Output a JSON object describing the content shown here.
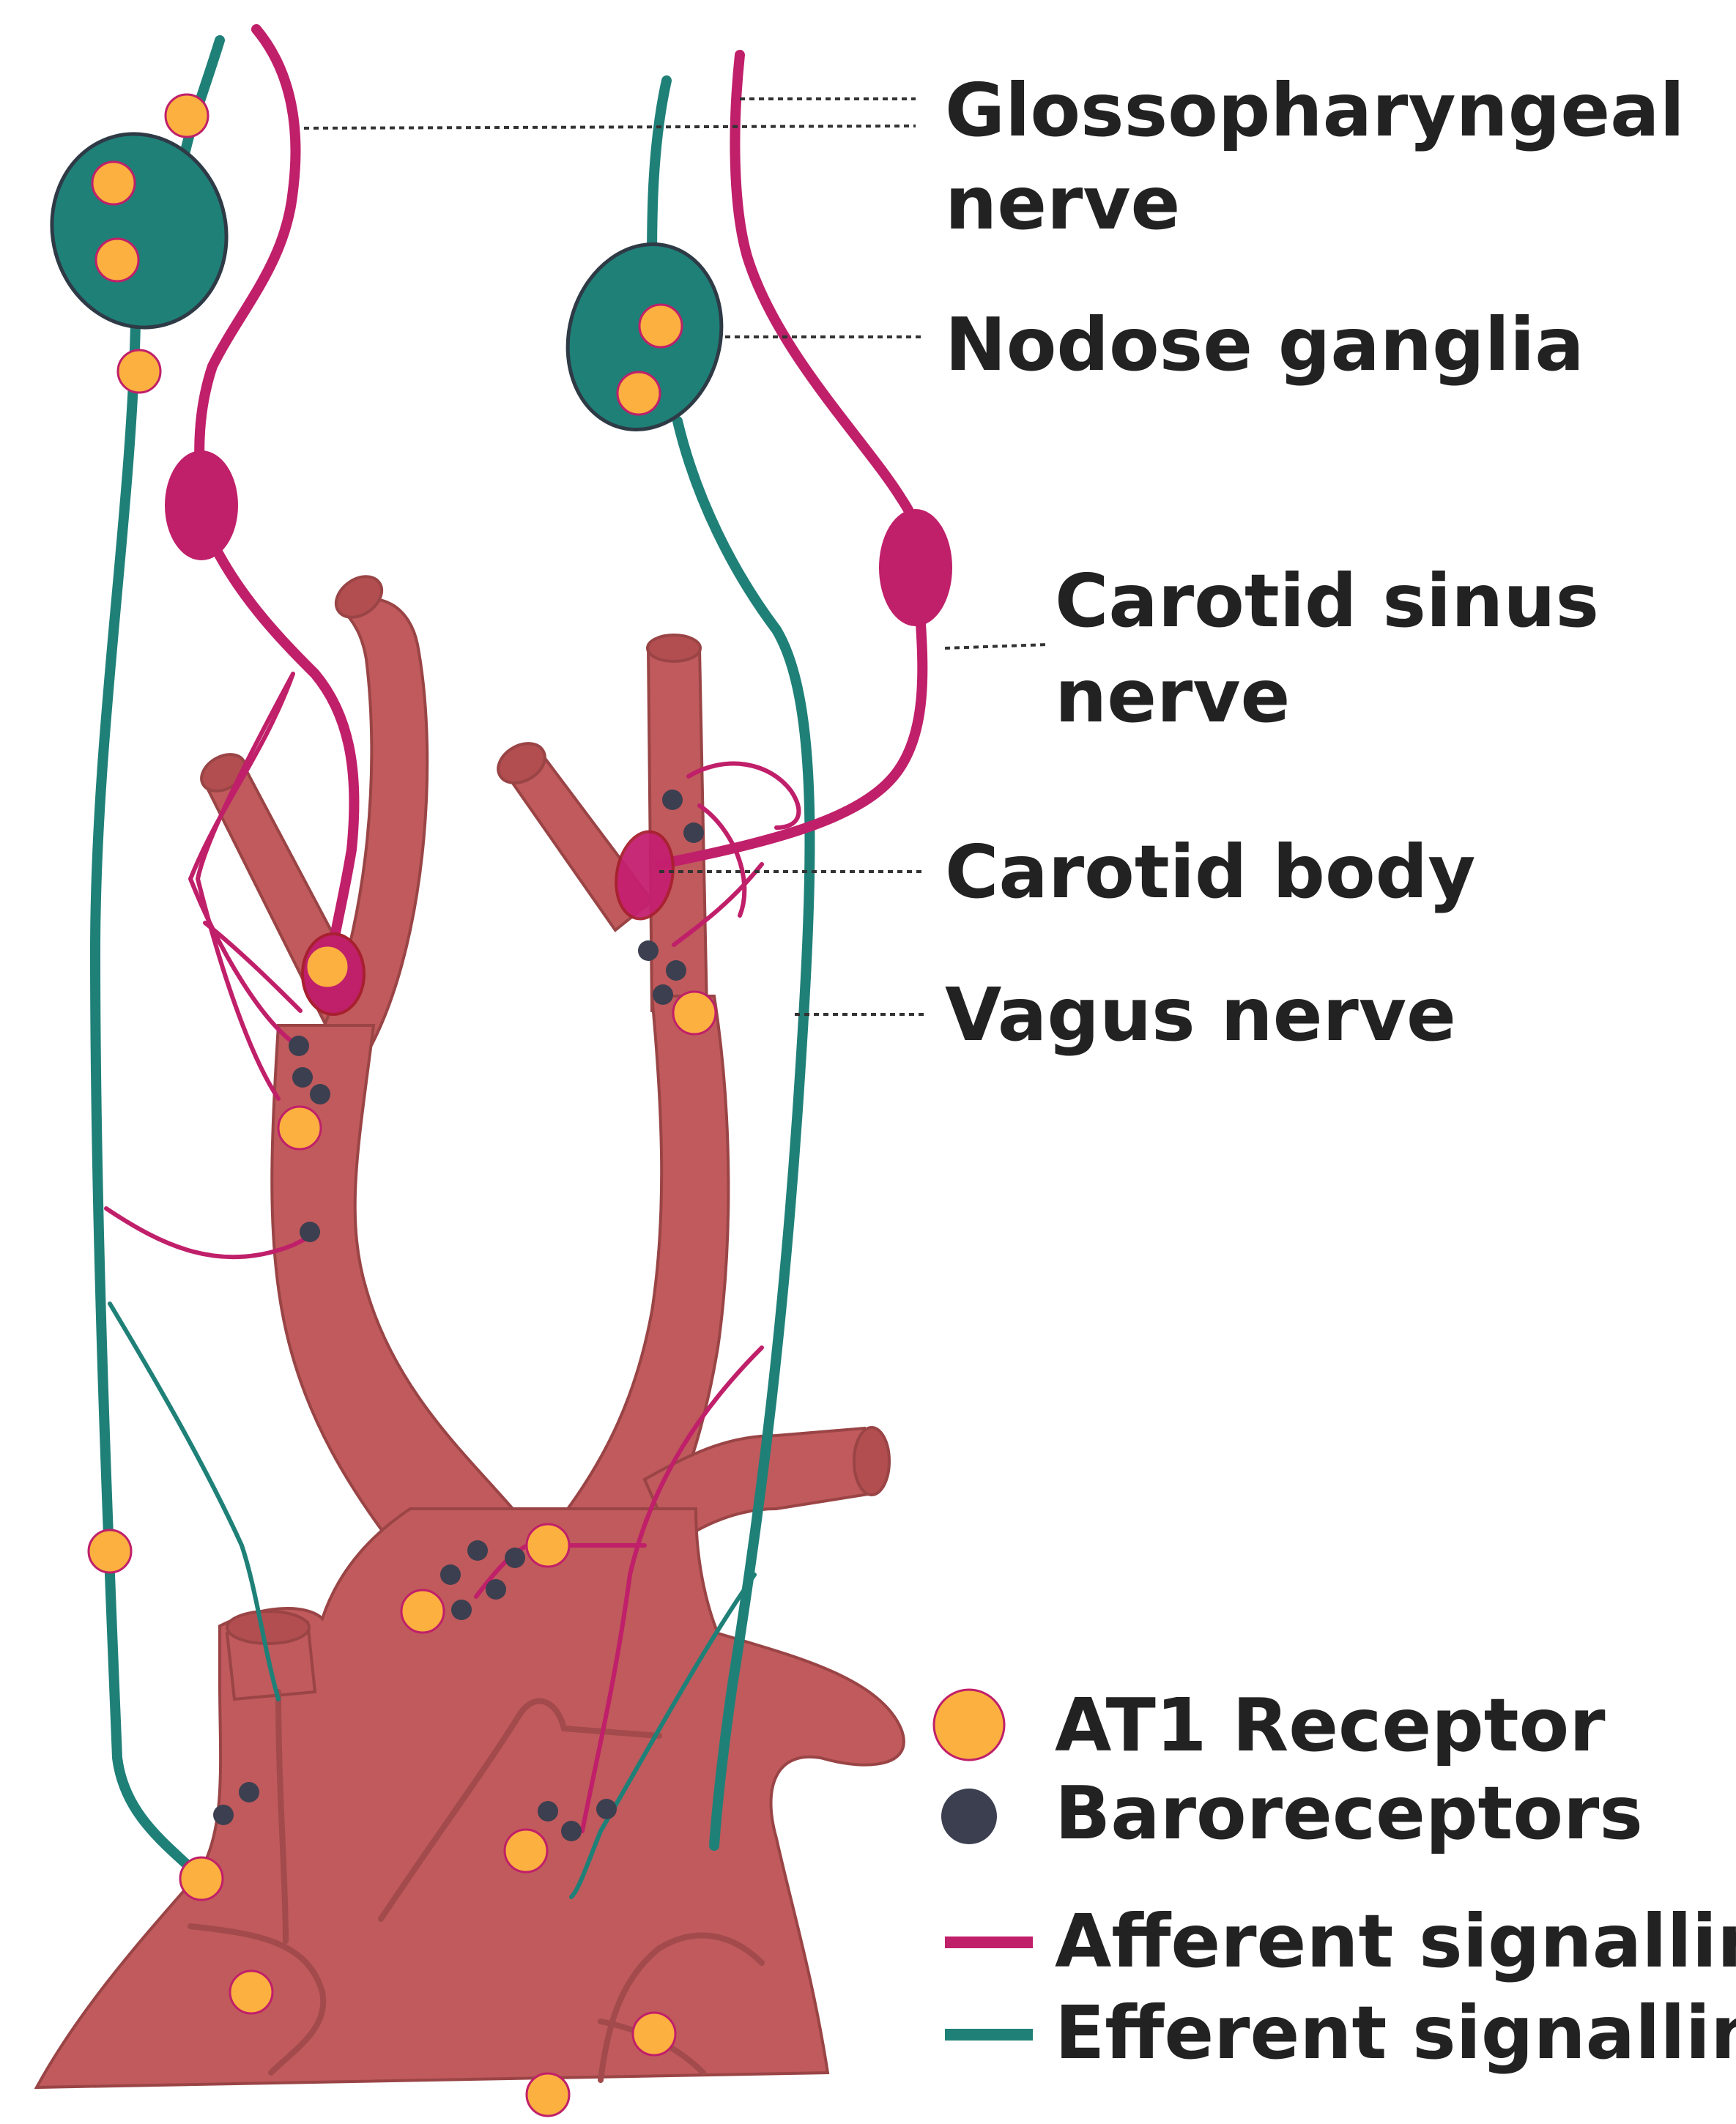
{
  "labels": {
    "glossopharyngeal_line1": "Glossopharyngeal",
    "glossopharyngeal_line2": "nerve",
    "nodose": "Nodose ganglia",
    "carotid_sinus_line1": "Carotid sinus",
    "carotid_sinus_line2": "nerve",
    "carotid_body": "Carotid body",
    "vagus": "Vagus nerve"
  },
  "legend": {
    "at1": "AT1 Receptor",
    "baro": "Baroreceptors",
    "afferent": "Afferent signalling",
    "efferent": "Efferent signalling"
  },
  "colors": {
    "afferent": "#c01f6a",
    "efferent": "#1f8078",
    "at1_receptor": "#fbb040",
    "baroreceptor": "#3b3f50",
    "vessel": "#c05a5c"
  }
}
